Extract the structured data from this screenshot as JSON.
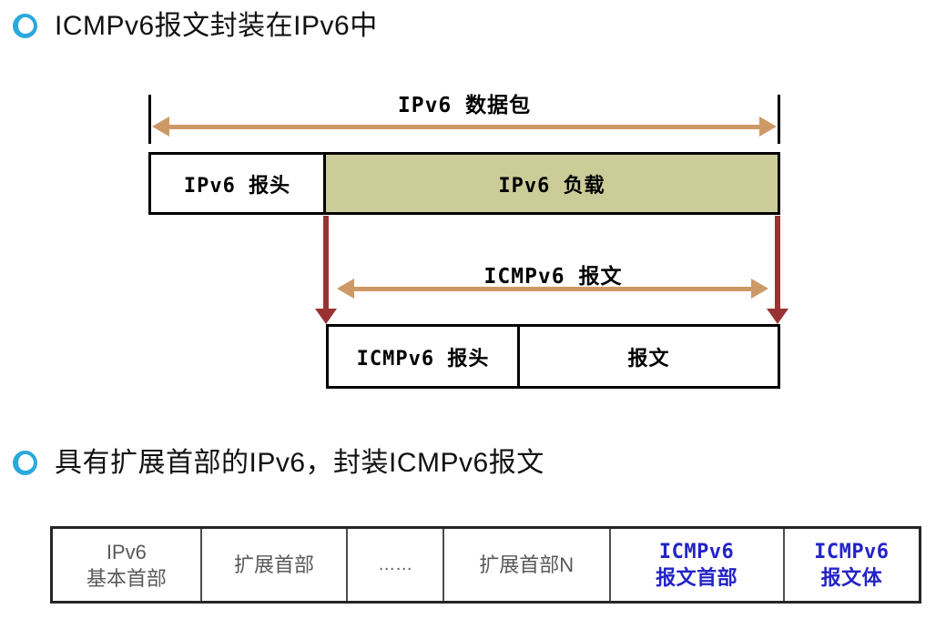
{
  "colors": {
    "bullet_ring": "#29a9dc",
    "heading_text": "#111111",
    "diagram_text": "#000000",
    "payload_fill": "#cccc99",
    "span_arrow": "#cc9966",
    "down_arrow": "#993333",
    "box_border": "#000000",
    "table_border": "#262626",
    "table_inner_border": "#4d4d4d",
    "table_text": "#595959",
    "table_accent_text": "#2323c8"
  },
  "bullets": [
    {
      "text": "ICMPv6报文封装在IPv6中"
    },
    {
      "text": "具有扩展首部的IPv6，封装ICMPv6报文"
    }
  ],
  "diagram": {
    "packet_label": "IPv6 数据包",
    "top_box": {
      "header": "IPv6 报头",
      "payload": "IPv6 负载"
    },
    "message_label": "ICMPv6 报文",
    "bottom_box": {
      "header": "ICMPv6 报头",
      "body": "报文"
    }
  },
  "table": {
    "cells": [
      {
        "lines": [
          "IPv6",
          "基本首部"
        ],
        "accent": false
      },
      {
        "lines": [
          "扩展首部"
        ],
        "accent": false
      },
      {
        "lines": [
          "……"
        ],
        "accent": false
      },
      {
        "lines": [
          "扩展首部N"
        ],
        "accent": false
      },
      {
        "lines": [
          "ICMPv6",
          "报文首部"
        ],
        "accent": true
      },
      {
        "lines": [
          "ICMPv6",
          "报文体"
        ],
        "accent": true
      }
    ]
  }
}
